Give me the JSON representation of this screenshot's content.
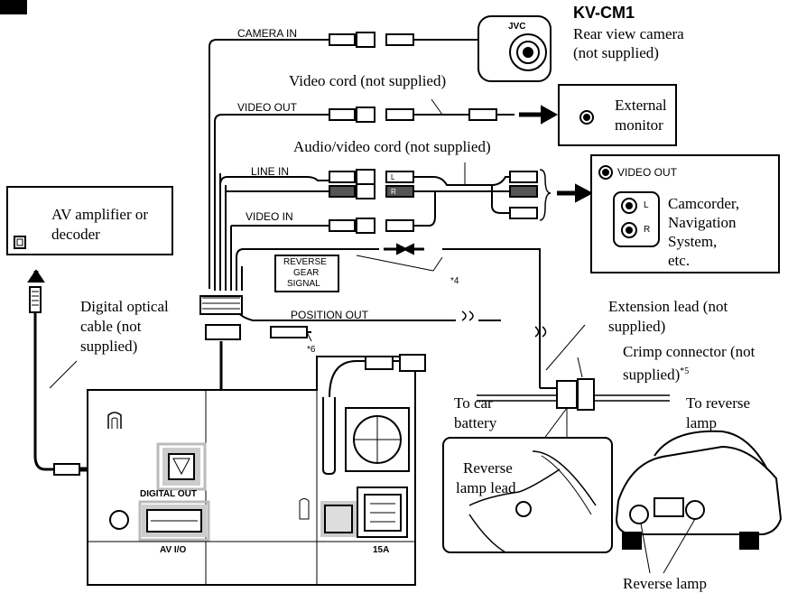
{
  "camera": {
    "model": "KV-CM1",
    "desc_line1": "Rear view camera",
    "desc_line2": "(not supplied)",
    "brand": "JVC"
  },
  "ports": {
    "camera_in": "CAMERA IN",
    "video_out": "VIDEO OUT",
    "line_in": "LINE IN",
    "video_in": "VIDEO IN",
    "reverse_gear_l1": "REVERSE",
    "reverse_gear_l2": "GEAR",
    "reverse_gear_l3": "SIGNAL",
    "position_out": "POSITION OUT",
    "digital_out": "DIGITAL OUT",
    "av_io": "AV I/O",
    "fuse": "15A",
    "plug_l": "L",
    "plug_r": "R"
  },
  "cords": {
    "video_cord": "Video cord (not supplied)",
    "av_cord": "Audio/video cord (not supplied)",
    "optical_l1": "Digital optical",
    "optical_l2": "cable (not",
    "optical_l3": "supplied)",
    "ext_l1": "Extension lead (not",
    "ext_l2": "supplied)",
    "crimp_l1": "Crimp connector (not",
    "crimp_l2": "supplied)",
    "crimp_note": "*5"
  },
  "devices": {
    "ext_monitor_l1": "External",
    "ext_monitor_l2": "monitor",
    "amp_l1": "AV amplifier or",
    "amp_l2": "decoder",
    "cam_video_out": "VIDEO OUT",
    "cam_l": "L",
    "cam_r": "R",
    "cam_l1": "Camcorder,",
    "cam_l2": "Navigation",
    "cam_l3": "System,",
    "cam_l4": "etc."
  },
  "car": {
    "to_battery_l1": "To car",
    "to_battery_l2": "battery",
    "to_reverse_l1": "To reverse",
    "to_reverse_l2": "lamp",
    "rev_lead_l1": "Reverse",
    "rev_lead_l2": "lamp lead",
    "reverse_lamp": "Reverse lamp"
  },
  "notes": {
    "n4": "*4",
    "n6": "*6"
  }
}
